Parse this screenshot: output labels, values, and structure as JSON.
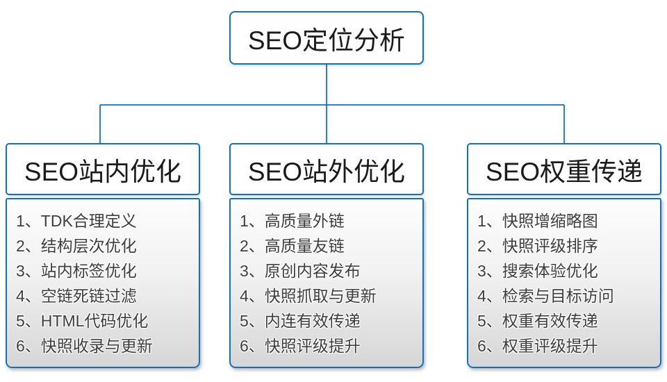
{
  "colors": {
    "line_and_border_blue": "#1271bf",
    "heading_text": "#1b1b1b",
    "item_text": "#3d3d3d",
    "list_gradient_top": "#fdfdfd",
    "list_gradient_bottom": "#d6d6d6"
  },
  "root": {
    "label": "SEO定位分析"
  },
  "branches": [
    {
      "title": "SEO站内优化",
      "items": [
        "1、TDK合理定义",
        "2、结构层次优化",
        "3、站内标签优化",
        "4、空链死链过滤",
        "5、HTML代码优化",
        "6、快照收录与更新"
      ]
    },
    {
      "title": "SEO站外优化",
      "items": [
        "1、高质量外链",
        "2、高质量友链",
        "3、原创内容发布",
        "4、快照抓取与更新",
        "5、内连有效传递",
        "6、快照评级提升"
      ]
    },
    {
      "title": "SEO权重传递",
      "items": [
        "1、快照增缩略图",
        "2、快照评级排序",
        "3、搜索体验优化",
        "4、检索与目标访问",
        "5、权重有效传递",
        "6、权重评级提升"
      ]
    }
  ]
}
